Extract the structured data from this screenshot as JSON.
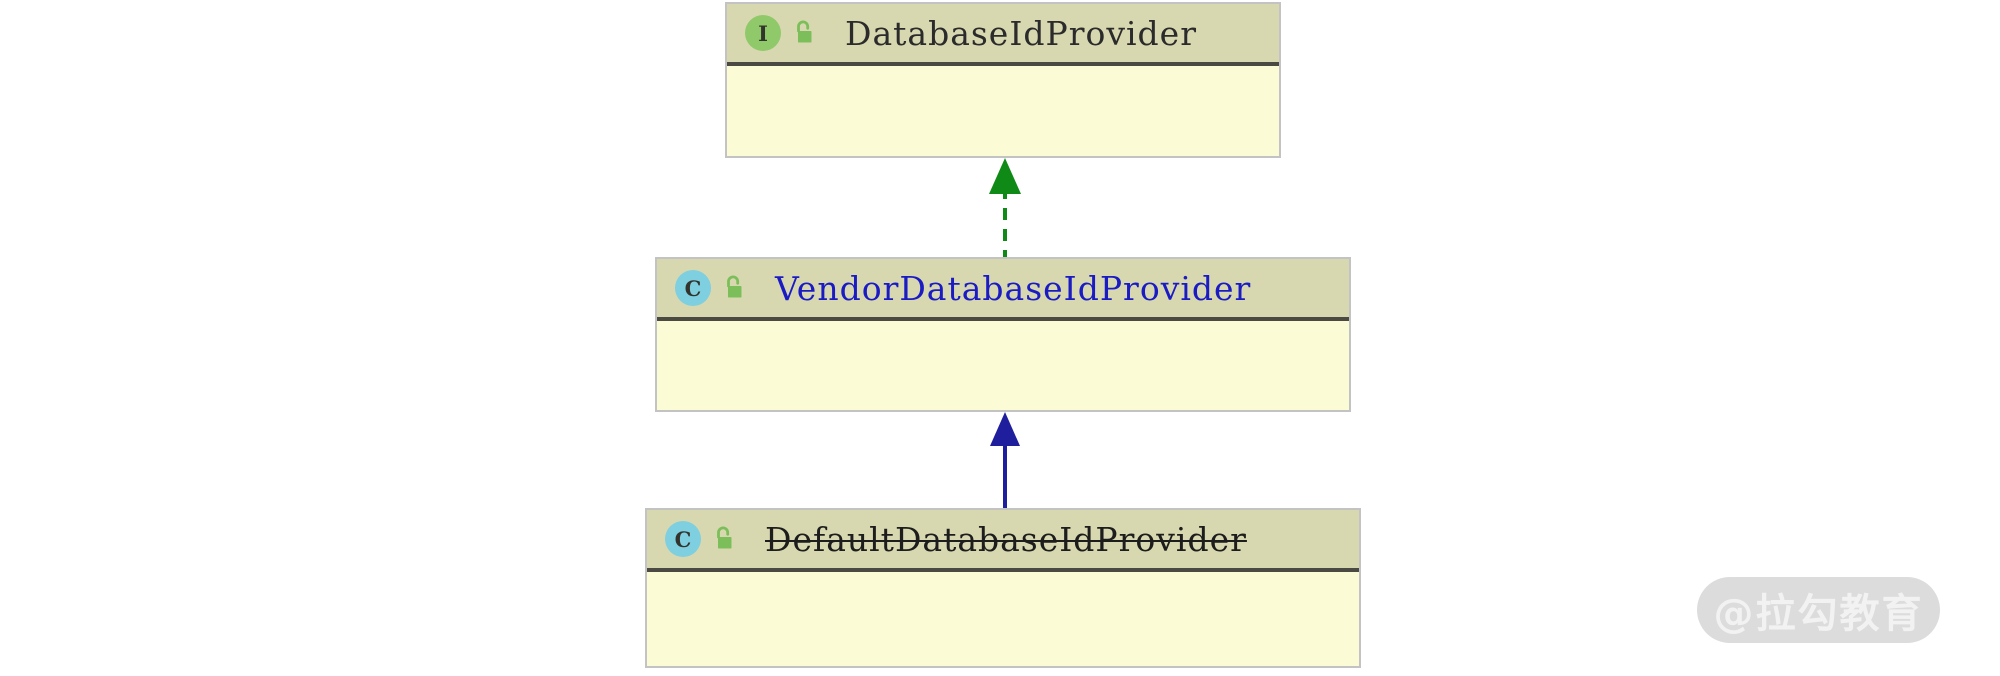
{
  "diagram": {
    "type": "uml-class-diagram",
    "background_color": "#ffffff",
    "nodes": [
      {
        "id": "database-id-provider",
        "name": "DatabaseIdProvider",
        "kind": "interface",
        "kind_icon": "interface-circle-icon",
        "kind_letter": "I",
        "visibility_icon": "open-padlock-icon",
        "visibility": "public",
        "deprecated": false,
        "name_color": "#2b2b2b",
        "header_color": "#d8d8b0",
        "body_color": "#fbfbd6",
        "icon_color": "#8fc96a",
        "compartments": [
          ""
        ]
      },
      {
        "id": "vendor-database-id-provider",
        "name": "VendorDatabaseIdProvider",
        "kind": "class",
        "kind_icon": "class-circle-icon",
        "kind_letter": "C",
        "visibility_icon": "open-padlock-icon",
        "visibility": "public",
        "deprecated": false,
        "name_color": "#1b1bc4",
        "header_color": "#d8d8b0",
        "body_color": "#fbfbd6",
        "icon_color": "#7ecfe0",
        "compartments": [
          ""
        ]
      },
      {
        "id": "default-database-id-provider",
        "name": "DefaultDatabaseIdProvider",
        "kind": "class",
        "kind_icon": "class-circle-icon",
        "kind_letter": "C",
        "visibility_icon": "open-padlock-icon",
        "visibility": "public",
        "deprecated": true,
        "name_color": "#1d1d1d",
        "header_color": "#d8d8b0",
        "body_color": "#fbfbd6",
        "icon_color": "#7ecfe0",
        "compartments": [
          ""
        ]
      }
    ],
    "edges": [
      {
        "id": "realization-edge",
        "from": "vendor-database-id-provider",
        "to": "database-id-provider",
        "relation": "realization",
        "line_style": "dashed",
        "arrow": "closed-filled-triangle",
        "color": "#0f8a16"
      },
      {
        "id": "generalization-edge",
        "from": "default-database-id-provider",
        "to": "vendor-database-id-provider",
        "relation": "generalization",
        "line_style": "solid",
        "arrow": "closed-filled-triangle",
        "color": "#1f1f9e"
      }
    ]
  },
  "watermark": {
    "text": "@拉勾教育",
    "background_color": "#dcdcdc",
    "text_color": "#f2f2f2"
  }
}
